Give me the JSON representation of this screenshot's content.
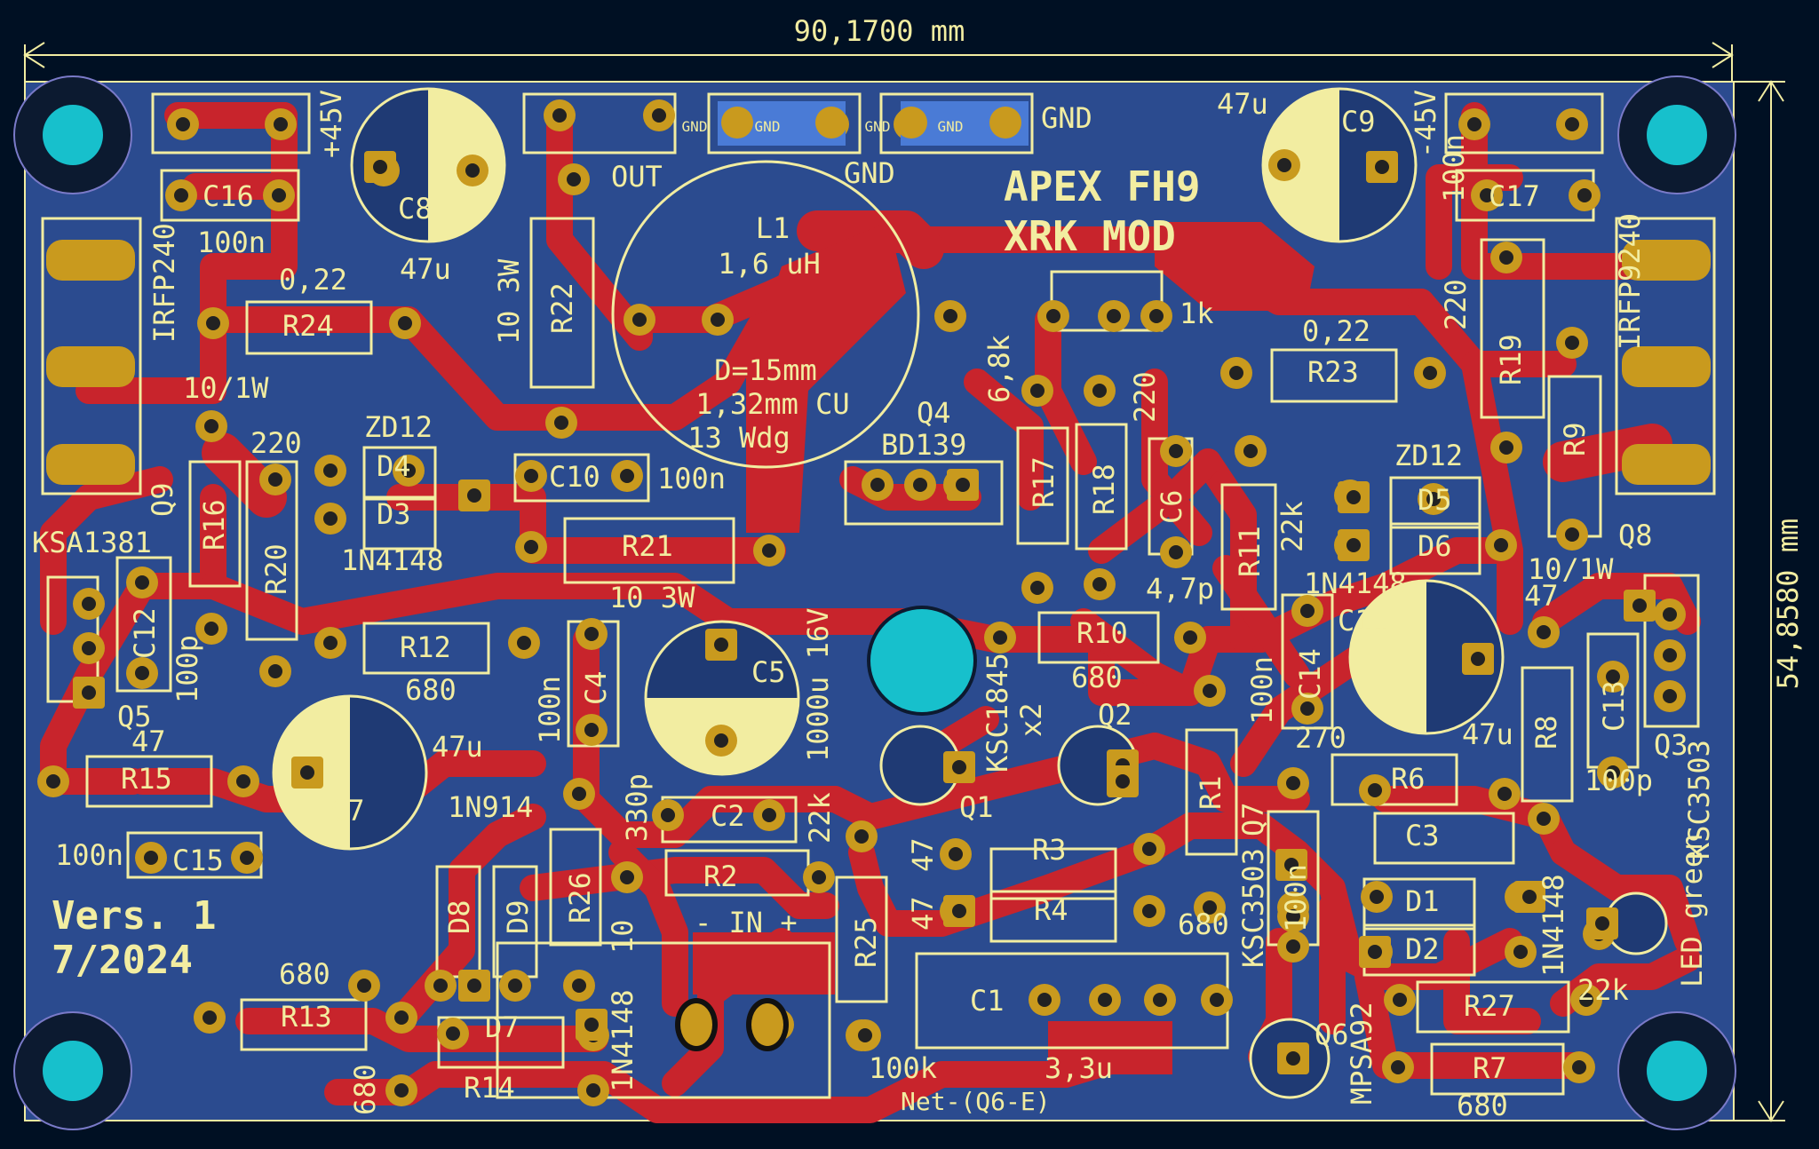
{
  "board": {
    "width_dim": "90,1700 mm",
    "height_dim": "54,8580 mm",
    "title_line1": "APEX FH9",
    "title_line2": "XRK  MOD",
    "version_line1": "Vers. 1",
    "version_line2": "7/2024",
    "net_label_bottom": "Net-(Q6-E)"
  },
  "connectors": {
    "plus45": "+45V",
    "minus45": "-45V",
    "out": "OUT",
    "gnd_top": "GND",
    "gnd_right": "GND",
    "in": "- IN +",
    "pad_gnd": "GND"
  },
  "coil": {
    "ref": "L1",
    "value": "1,6 uH",
    "d": "D=15mm",
    "wire": "1,32mm CU",
    "turns": "13 Wdg"
  },
  "labels": [
    {
      "id": "c16",
      "text": "C16"
    },
    {
      "id": "c16v",
      "text": "100n"
    },
    {
      "id": "c8",
      "text": "C8"
    },
    {
      "id": "c8v",
      "text": "47u"
    },
    {
      "id": "c9",
      "text": "C9"
    },
    {
      "id": "c9v",
      "text": "47u"
    },
    {
      "id": "c17",
      "text": "C17"
    },
    {
      "id": "c17v",
      "text": "100n"
    },
    {
      "id": "irfp240",
      "text": "IRFP240"
    },
    {
      "id": "irfp9240",
      "text": "IRFP9240"
    },
    {
      "id": "r24",
      "text": "R24"
    },
    {
      "id": "r24v",
      "text": "0,22"
    },
    {
      "id": "r23",
      "text": "R23"
    },
    {
      "id": "r23v",
      "text": "0,22"
    },
    {
      "id": "r22",
      "text": "R22"
    },
    {
      "id": "r22v",
      "text": "10 3W"
    },
    {
      "id": "r21",
      "text": "R21"
    },
    {
      "id": "r21v",
      "text": "10 3W"
    },
    {
      "id": "c10",
      "text": "C10"
    },
    {
      "id": "c10v",
      "text": "100n"
    },
    {
      "id": "d4",
      "text": "D4"
    },
    {
      "id": "d3",
      "text": "D3"
    },
    {
      "id": "zd12l",
      "text": "ZD12"
    },
    {
      "id": "n4148l",
      "text": "1N4148"
    },
    {
      "id": "d5",
      "text": "D5"
    },
    {
      "id": "d6",
      "text": "D6"
    },
    {
      "id": "zd12r",
      "text": "ZD12"
    },
    {
      "id": "n4148r",
      "text": "1N4148"
    },
    {
      "id": "q9",
      "text": "Q9"
    },
    {
      "id": "ksa1381",
      "text": "KSA1381"
    },
    {
      "id": "r16",
      "text": "R16"
    },
    {
      "id": "r20",
      "text": "R20"
    },
    {
      "id": "r20v",
      "text": "220"
    },
    {
      "id": "r16v",
      "text": "10/1W"
    },
    {
      "id": "c12",
      "text": "C12"
    },
    {
      "id": "c12v",
      "text": "100p"
    },
    {
      "id": "q5",
      "text": "Q5"
    },
    {
      "id": "r12",
      "text": "R12"
    },
    {
      "id": "r12v",
      "text": "680"
    },
    {
      "id": "r15",
      "text": "R15"
    },
    {
      "id": "r15v",
      "text": "47"
    },
    {
      "id": "c7",
      "text": "C7"
    },
    {
      "id": "c7v",
      "text": "47u"
    },
    {
      "id": "c15",
      "text": "C15"
    },
    {
      "id": "c15v",
      "text": "100n"
    },
    {
      "id": "c4",
      "text": "C4"
    },
    {
      "id": "c4v",
      "text": "100n"
    },
    {
      "id": "c5",
      "text": "C5"
    },
    {
      "id": "c5v",
      "text": "1000u 16V"
    },
    {
      "id": "c2",
      "text": "C2"
    },
    {
      "id": "c2v",
      "text": "330p"
    },
    {
      "id": "r2",
      "text": "R2"
    },
    {
      "id": "r2v",
      "text": "22k"
    },
    {
      "id": "r26",
      "text": "R26"
    },
    {
      "id": "r26v",
      "text": "10"
    },
    {
      "id": "d8",
      "text": "D8"
    },
    {
      "id": "d9",
      "text": "D9"
    },
    {
      "id": "n914",
      "text": "1N914"
    },
    {
      "id": "r13",
      "text": "R13"
    },
    {
      "id": "r13v",
      "text": "680"
    },
    {
      "id": "d7",
      "text": "D7"
    },
    {
      "id": "d7v",
      "text": "1N4148"
    },
    {
      "id": "r14",
      "text": "R14"
    },
    {
      "id": "r14v",
      "text": "680"
    },
    {
      "id": "r25",
      "text": "R25"
    },
    {
      "id": "r25v",
      "text": "100k"
    },
    {
      "id": "c1",
      "text": "C1"
    },
    {
      "id": "c1v",
      "text": "3,3u"
    },
    {
      "id": "q4",
      "text": "Q4"
    },
    {
      "id": "bd139",
      "text": "BD139"
    },
    {
      "id": "pot",
      "text": "1k"
    },
    {
      "id": "r17",
      "text": "R17"
    },
    {
      "id": "r17v",
      "text": "6,8k"
    },
    {
      "id": "r18",
      "text": "R18"
    },
    {
      "id": "r18v",
      "text": "220"
    },
    {
      "id": "c6",
      "text": "C6"
    },
    {
      "id": "c6v",
      "text": "4,7p"
    },
    {
      "id": "r11",
      "text": "R11"
    },
    {
      "id": "r11v",
      "text": "22k"
    },
    {
      "id": "r10",
      "text": "R10"
    },
    {
      "id": "r10v",
      "text": "680"
    },
    {
      "id": "ksc1845",
      "text": "KSC1845"
    },
    {
      "id": "x2",
      "text": "x2"
    },
    {
      "id": "q1",
      "text": "Q1"
    },
    {
      "id": "q2",
      "text": "Q2"
    },
    {
      "id": "r3",
      "text": "R3"
    },
    {
      "id": "r3v",
      "text": "47"
    },
    {
      "id": "r4",
      "text": "R4"
    },
    {
      "id": "r4v",
      "text": "47"
    },
    {
      "id": "r1",
      "text": "R1"
    },
    {
      "id": "r1v",
      "text": "680"
    },
    {
      "id": "q7",
      "text": "Q7"
    },
    {
      "id": "ksc3503l",
      "text": "KSC3503"
    },
    {
      "id": "c14",
      "text": "C14"
    },
    {
      "id": "c14v",
      "text": "100n"
    },
    {
      "id": "c11",
      "text": "C11"
    },
    {
      "id": "c11v",
      "text": "47u"
    },
    {
      "id": "r19",
      "text": "R19"
    },
    {
      "id": "r19v",
      "text": "220"
    },
    {
      "id": "r9",
      "text": "R9"
    },
    {
      "id": "r9v",
      "text": "10/1W"
    },
    {
      "id": "q8",
      "text": "Q8"
    },
    {
      "id": "r8",
      "text": "R8"
    },
    {
      "id": "r8v",
      "text": "47"
    },
    {
      "id": "c13",
      "text": "C13"
    },
    {
      "id": "c13v",
      "text": "100p"
    },
    {
      "id": "q3",
      "text": "Q3"
    },
    {
      "id": "ksc3503r",
      "text": "KSC3503"
    },
    {
      "id": "r6",
      "text": "R6"
    },
    {
      "id": "r6v",
      "text": "270"
    },
    {
      "id": "c3",
      "text": "C3"
    },
    {
      "id": "c3v",
      "text": "100n"
    },
    {
      "id": "d1",
      "text": "D1"
    },
    {
      "id": "d2",
      "text": "D2"
    },
    {
      "id": "n4148b",
      "text": "1N4148"
    },
    {
      "id": "led",
      "text": "LED green"
    },
    {
      "id": "r27",
      "text": "R27"
    },
    {
      "id": "r27v",
      "text": "22k"
    },
    {
      "id": "r7",
      "text": "R7"
    },
    {
      "id": "r7v",
      "text": "680"
    },
    {
      "id": "q6",
      "text": "Q6"
    },
    {
      "id": "mpsa92",
      "text": "MPSA92"
    }
  ],
  "colors": {
    "background": "#001023",
    "board": "#2b4b8f",
    "copper": "#c8242c",
    "pad": "#c99a1e",
    "silk": "#f2eda1",
    "hole": "#17c0cc"
  }
}
